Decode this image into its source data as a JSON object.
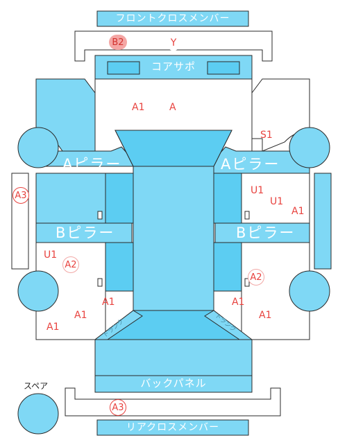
{
  "bars": {
    "front_cross_member": "フロントクロスメンバー",
    "core_support": "コアサポ",
    "back_panel": "バックパネル",
    "rear_cross_member": "リアクロスメンバー"
  },
  "pillars": {
    "a_left": "Aピラー",
    "a_right": "Aピラー",
    "b_left": "Bピラー",
    "b_right": "Bピラー"
  },
  "small_labels": {
    "trunk_left": "トランク",
    "trunk_right": "トランク"
  },
  "spare": {
    "label": "スペア"
  },
  "marks": {
    "front_b2": "B2",
    "front_y": "Y",
    "hood_a1": "A1",
    "hood_a": "A",
    "right_front_s1": "S1",
    "left_edge_a3": "A3",
    "right_door_u1a": "U1",
    "right_door_u1b": "U1",
    "right_door_a1": "A1",
    "left_rear_u1": "U1",
    "left_rear_a2": "A2",
    "right_rear_a2": "A2",
    "left_rear_a1_top": "A1",
    "left_rear_a1_mid": "A1",
    "left_rear_a1_bot": "A1",
    "right_rear_a1_top": "A1",
    "right_rear_a1_mid": "A1",
    "rear_a3": "A3"
  },
  "colors": {
    "panel_blue": "#7fd8f5",
    "panel_blue_dark": "#5ccdf2",
    "outline": "#2a2a2a",
    "mark_red": "#e8433f",
    "mark_pink": "#f4a6a4"
  }
}
